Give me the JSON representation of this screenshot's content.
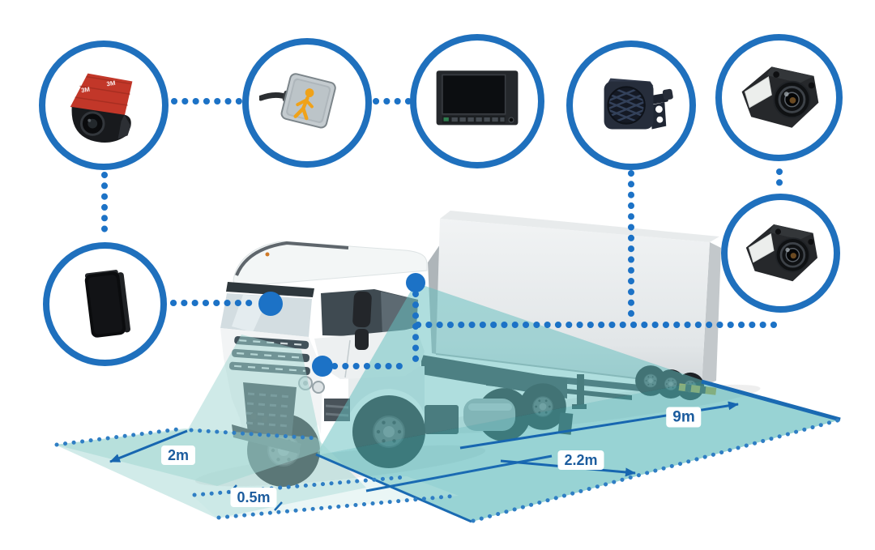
{
  "measurements": {
    "front_zone_width": "2m",
    "side_strip_width": "0.5m",
    "rear_zone_width": "2.2m",
    "side_zone_length": "9m"
  },
  "components": {
    "front_camera": {
      "icon": "adhesive-mount-forward-camera-icon",
      "pad_brand": "3M"
    },
    "pedestrian_indicator": {
      "icon": "pedestrian-warning-indicator-icon"
    },
    "monitor": {
      "icon": "dash-monitor-icon"
    },
    "backup_alarm": {
      "icon": "backup-alarm-speaker-icon"
    },
    "side_camera_top": {
      "icon": "side-view-camera-icon"
    },
    "side_camera_bottom": {
      "icon": "side-view-camera-icon"
    },
    "control_unit": {
      "icon": "control-box-icon"
    }
  },
  "colors": {
    "circle_ring": "#1f70bd",
    "connector_dot": "#1c72c6",
    "measure_line": "#1766b0",
    "zone_teal": "#5cb9ba",
    "label_text": "#1c5c9e",
    "pad_red": "#c23729",
    "pedestrian_orange": "#f0a219"
  }
}
